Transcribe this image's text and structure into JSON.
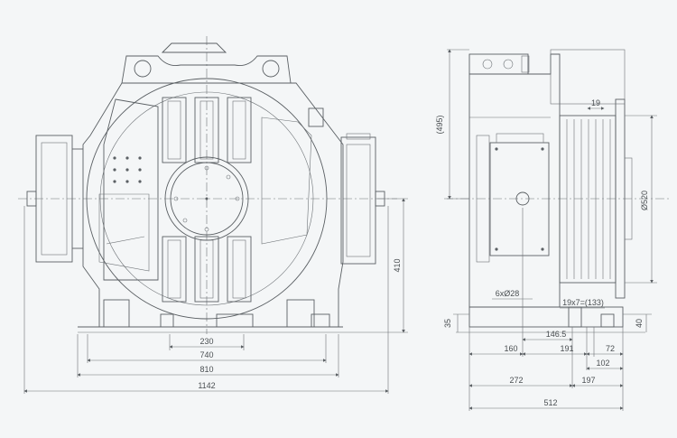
{
  "front_view": {
    "dims": {
      "d230": "230",
      "d740": "740",
      "d810": "810",
      "d1142": "1142",
      "d410": "410"
    }
  },
  "side_view": {
    "dims": {
      "d495": "(495)",
      "d19": "19",
      "d520": "Ø520",
      "d6x28": "6xØ28",
      "d19x7": "19x7=(133)",
      "d35": "35",
      "d40": "40",
      "d146_5": "146.5",
      "d160": "160",
      "d191": "191",
      "d72": "72",
      "d102": "102",
      "d272": "272",
      "d197": "197",
      "d512": "512"
    }
  },
  "colors": {
    "line": "#5b6064",
    "background": "#f4f6f7"
  }
}
